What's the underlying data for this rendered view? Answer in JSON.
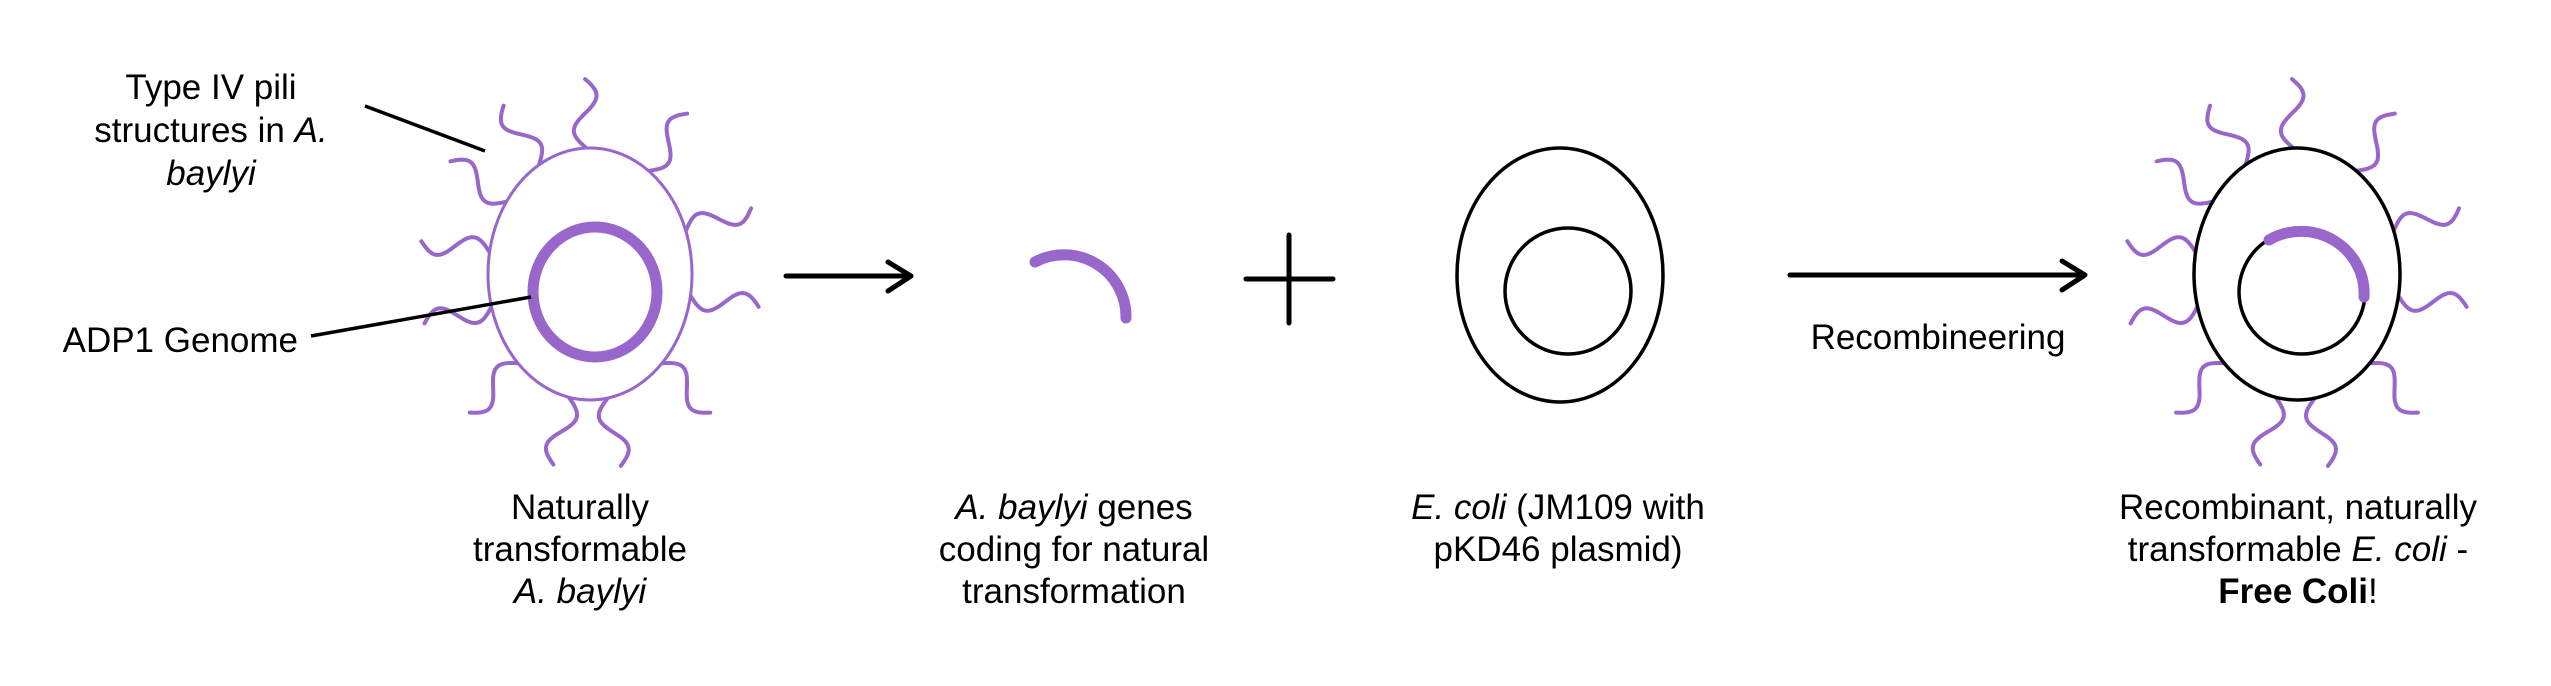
{
  "colors": {
    "purple": "#9966cc",
    "black": "#000000"
  },
  "labels": {
    "pili": [
      "Type IV pili",
      "structures in ",
      "A.",
      "baylyi"
    ],
    "genome": "ADP1 Genome",
    "recombineering": "Recombineering"
  },
  "captions": {
    "abaylyi": [
      "Naturally",
      "transformable",
      "A. baylyi"
    ],
    "genes": {
      "italic": "A. baylyi",
      "rest1": " genes",
      "line2": "coding for natural",
      "line3": "transformation"
    },
    "ecoli": {
      "italic": "E. coli",
      "rest1": " (JM109 with",
      "line2": "pKD46 plasmid)"
    },
    "result": {
      "line1": "Recombinant, naturally",
      "line2a": "transformable ",
      "line2i": "E. coli",
      "line2b": " -",
      "bold": "Free Coli",
      "excl": "!"
    }
  }
}
